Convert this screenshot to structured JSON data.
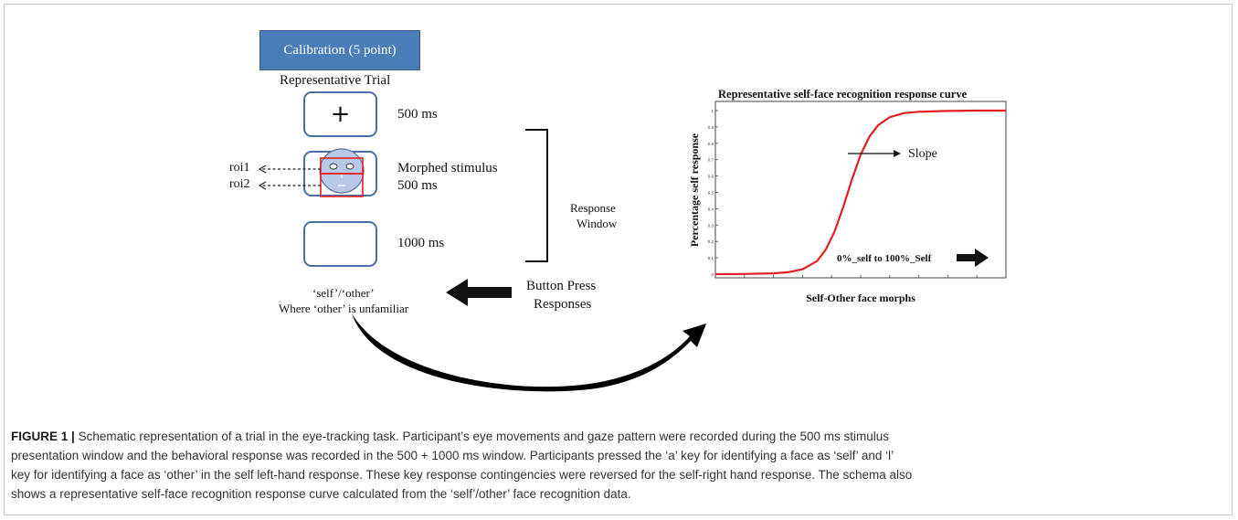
{
  "left_panel": {
    "calibration_label": "Calibration (5 point)",
    "trial_heading": "Representative Trial",
    "fixation_symbol": "+",
    "fixation_duration": "500 ms",
    "stimulus_label": "Morphed stimulus",
    "stimulus_duration": "500 ms",
    "blank_duration": "1000 ms",
    "roi1_label": "roi1",
    "roi2_label": "roi2",
    "response_window_line1": "Response",
    "response_window_line2": "Window",
    "button_press_line1": "Button Press",
    "button_press_line2": "Responses",
    "self_other_line1": "‘self’/‘other’",
    "self_other_line2": "Where ‘other’ is unfamiliar"
  },
  "chart_data": {
    "type": "line",
    "title": "Representative self-face recognition response curve",
    "xlabel": "Self-Other face morphs",
    "ylabel": "Percentage self response",
    "ytick_labels": [
      "0",
      "0.1",
      "0.2",
      "0.3",
      "0.4",
      "0.5",
      "0.6",
      "0.7",
      "0.8",
      "0.9",
      "1"
    ],
    "ylim": [
      0,
      1
    ],
    "xlim": [
      0,
      100
    ],
    "series": [
      {
        "x": [
          0,
          10,
          20,
          25,
          30,
          35,
          38,
          41,
          44,
          47,
          50,
          53,
          56,
          60,
          65,
          70,
          80,
          90,
          100
        ],
        "y": [
          0.0,
          0.001,
          0.005,
          0.012,
          0.03,
          0.08,
          0.15,
          0.26,
          0.41,
          0.58,
          0.73,
          0.84,
          0.91,
          0.96,
          0.985,
          0.993,
          0.998,
          1.0,
          1.0
        ]
      }
    ],
    "line_color": "#e02020",
    "annotations": {
      "slope_label": "Slope",
      "direction_label": "0%_self to 100%_Self"
    }
  },
  "caption": {
    "label": "FIGURE 1 |",
    "line1": "Schematic representation of a trial in the eye-tracking task. Participant’s eye movements and gaze pattern were recorded during the 500 ms stimulus",
    "line2": "presentation window and the behavioral response was recorded in the 500 + 1000 ms window. Participants pressed the ‘a’ key for identifying a face as ‘self’ and ‘l’",
    "line3": "key for identifying a face as ‘other’ in the self left-hand response. These key response contingencies were reversed for the self-right hand response. The schema also",
    "line4": "shows a representative self-face recognition response curve calculated from the ‘self’/other’ face recognition data."
  },
  "colors": {
    "calibration_fill": "#4a7ebb",
    "screen_border": "#4a6fa5",
    "face_fill": "#b8c8e8",
    "roi_box": "#e02020",
    "curve": "#e02020"
  }
}
